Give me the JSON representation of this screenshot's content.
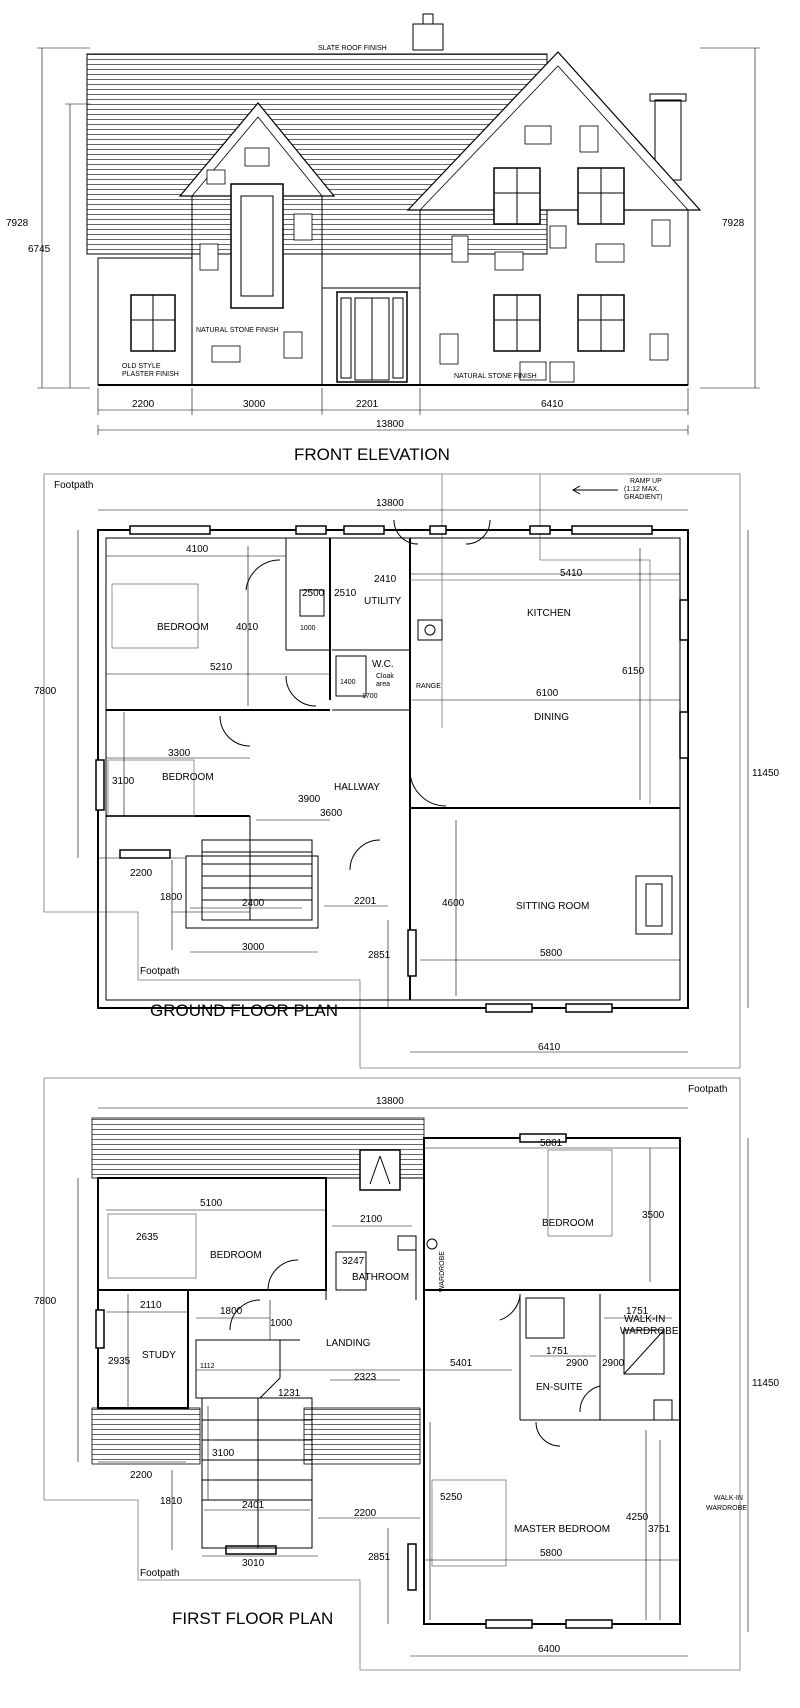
{
  "elevation": {
    "title": "FRONT ELEVATION",
    "roof_label": "SLATE ROOF FINISH",
    "stone_label_left": "NATURAL STONE FINISH",
    "stone_label_right": "NATURAL STONE FINISH",
    "plaster_line1": "OLD STYLE",
    "plaster_line2": "PLASTER FINISH",
    "height_left": "7928",
    "height_inner": "6745",
    "height_right": "7928",
    "widths": [
      "2200",
      "3000",
      "2201",
      "6410"
    ],
    "total_width": "13800"
  },
  "ground": {
    "title": "GROUND FLOOR PLAN",
    "footpath_top": "Footpath",
    "footpath_bottom": "Footpath",
    "ramp_line1": "RAMP UP",
    "ramp_line2": "(1:12 MAX.",
    "ramp_line3": "GRADIENT)",
    "rooms": {
      "bedroom1": "BEDROOM",
      "bedroom2": "BEDROOM",
      "utility": "UTILITY",
      "wc": "W.C.",
      "cloak1": "Cloak",
      "cloak2": "area",
      "kitchen": "KITCHEN",
      "range": "RANGE",
      "dining": "DINING",
      "hallway": "HALLWAY",
      "sitting": "SITTING ROOM"
    },
    "dims": {
      "top": "13800",
      "bed1_w": "4100",
      "bed1_h": "4010",
      "d2500": "2500",
      "d2510": "2510",
      "d2410": "2410",
      "d5410": "5410",
      "d1000": "1000",
      "d5210": "5210",
      "d6150": "6150",
      "d1400": "1400",
      "d1700": "1700",
      "d6100": "6100",
      "d7800": "7800",
      "d11450": "11450",
      "d3300": "3300",
      "d3100": "3100",
      "d3900": "3900",
      "d3600": "3600",
      "d2200": "2200",
      "d1800": "1800",
      "d2400": "2400",
      "d2201": "2201",
      "d4600": "4600",
      "d3000": "3000",
      "d2851": "2851",
      "d5800": "5800",
      "d6410": "6410"
    }
  },
  "first": {
    "title": "FIRST FLOOR PLAN",
    "footpath_top": "Footpath",
    "footpath_bottom": "Footpath",
    "rooms": {
      "bedroom_left": "BEDROOM",
      "bedroom_right": "BEDROOM",
      "bathroom": "BATHROOM",
      "wardrobe": "WARDROBE",
      "study": "STUDY",
      "landing": "LANDING",
      "ensuite": "EN-SUITE",
      "walkin1": "WALK-IN",
      "walkin2": "WARDROBE",
      "walkin_out1": "WALK-IN",
      "walkin_out2": "WARDROBE",
      "master": "MASTER BEDROOM"
    },
    "dims": {
      "top": "13800",
      "d5801": "5801",
      "d3500": "3500",
      "d5100": "5100",
      "d2100": "2100",
      "d2635": "2635",
      "d3247": "3247",
      "d7800": "7800",
      "d11450": "11450",
      "d2110": "2110",
      "d1800": "1800",
      "d1000": "1000",
      "d2935": "2935",
      "d1112": "1112",
      "d1231": "1231",
      "d5401": "5401",
      "d2323": "2323",
      "d1751a": "1751",
      "d1751b": "1751",
      "d2900a": "2900",
      "d2900b": "2900",
      "d3100": "3100",
      "d2200a": "2200",
      "d1810": "1810",
      "d2401": "2401",
      "d2200b": "2200",
      "d5250": "5250",
      "d4250": "4250",
      "d3751": "3751",
      "d3010": "3010",
      "d2851": "2851",
      "d5800": "5800",
      "d6400": "6400"
    }
  }
}
